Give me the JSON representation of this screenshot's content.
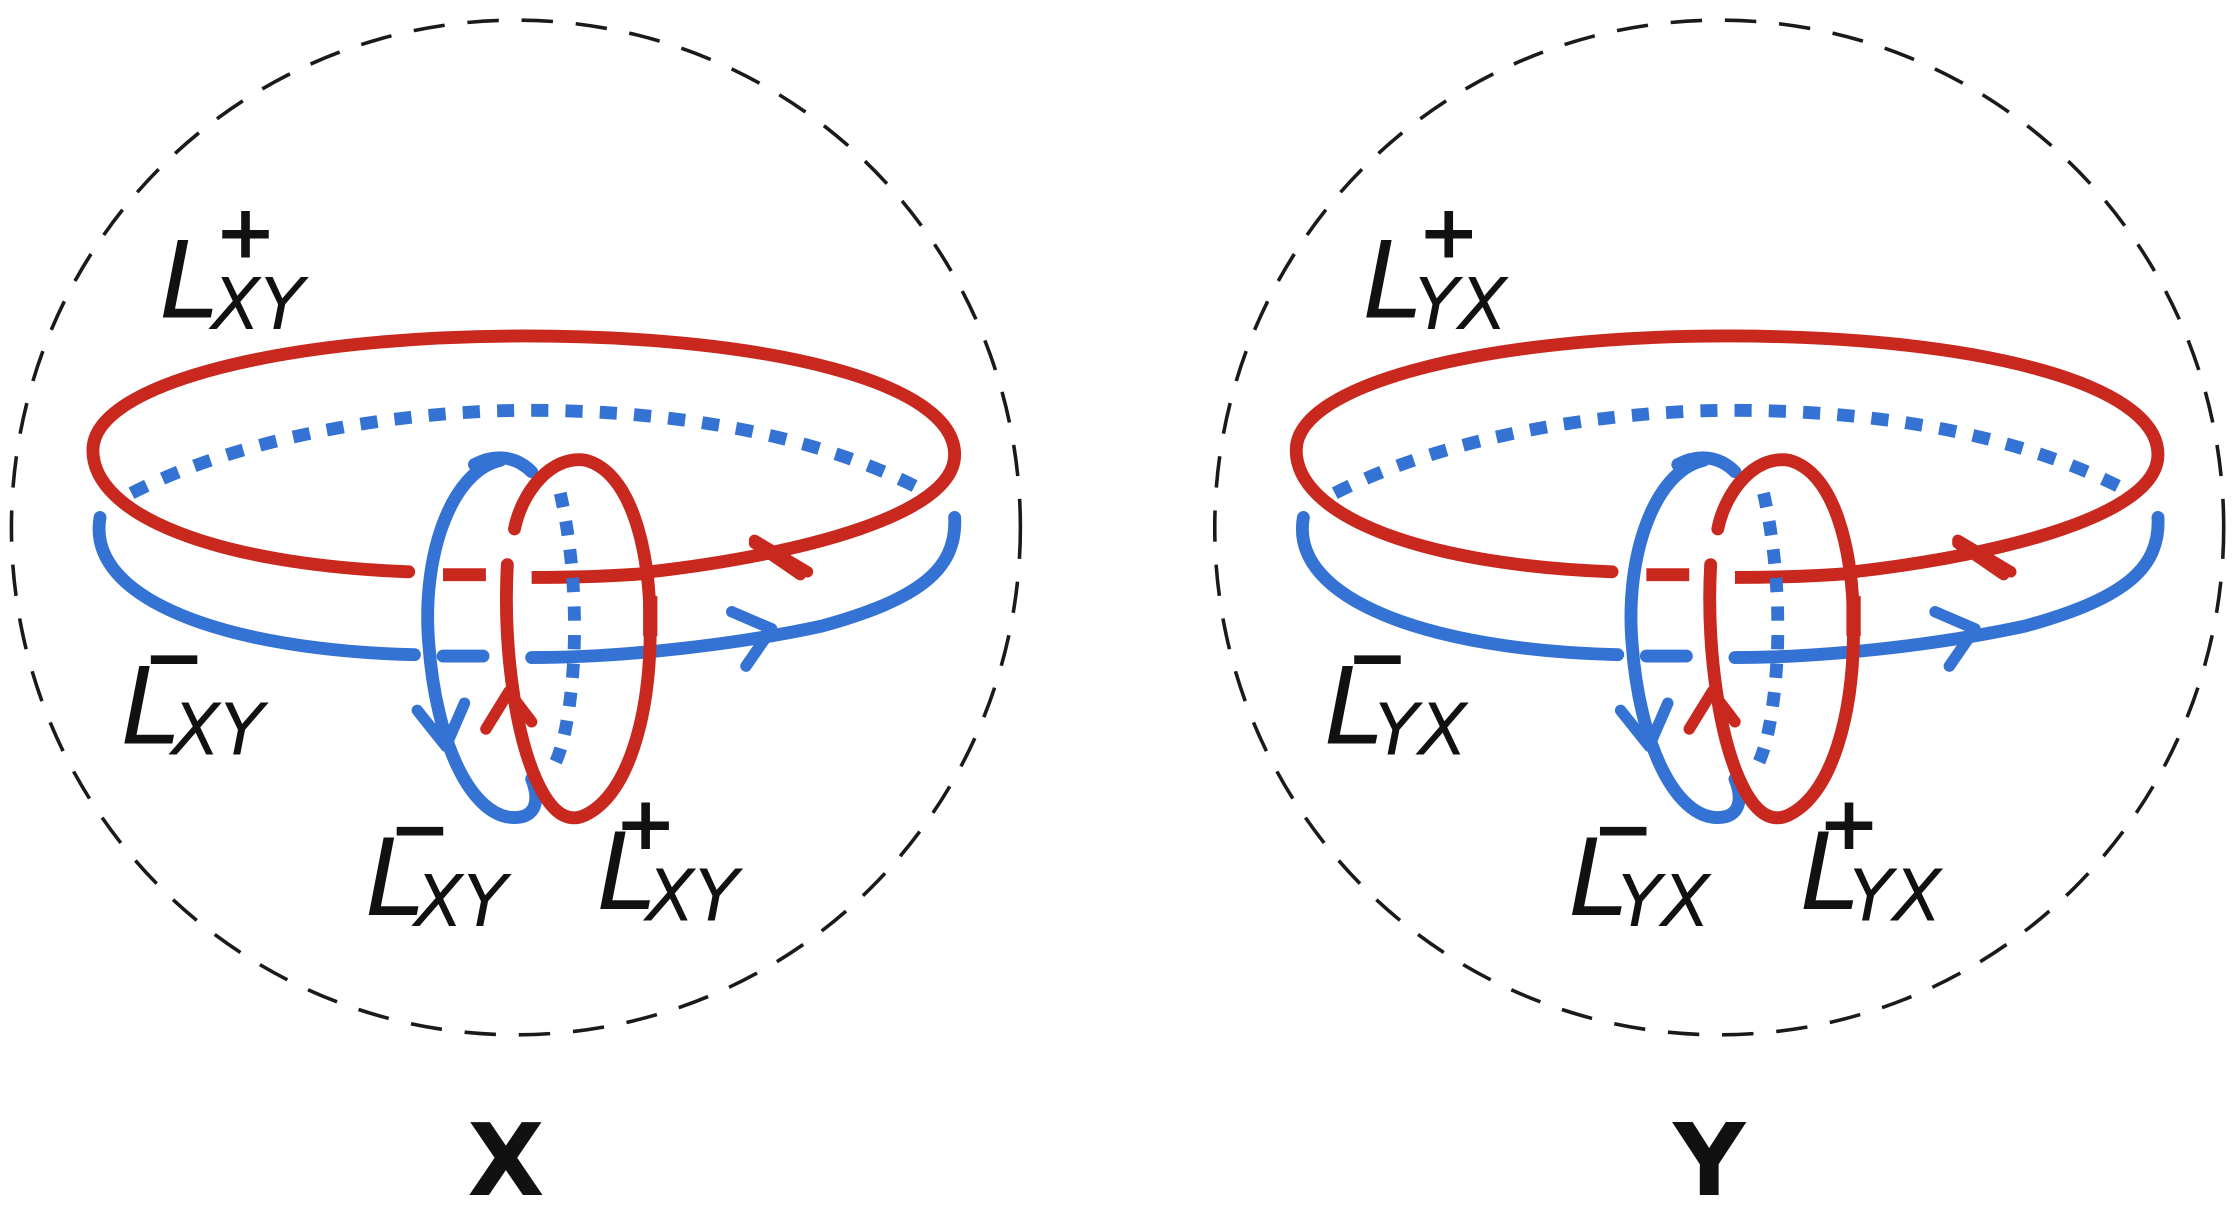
{
  "colors": {
    "red": "#C8281E",
    "blue": "#3472D4",
    "boundary": "#1a1a1a"
  },
  "panels": [
    {
      "caption": "X",
      "labels": {
        "top_plus": {
          "main": "L",
          "sup": "+",
          "sub": "XY"
        },
        "left_minus": {
          "main": "L",
          "sup": "−",
          "sub": "XY"
        },
        "small_minus": {
          "main": "L",
          "sup": "−",
          "sub": "XY"
        },
        "small_plus": {
          "main": "L",
          "sup": "+",
          "sub": "XY"
        }
      }
    },
    {
      "caption": "Y",
      "labels": {
        "top_plus": {
          "main": "L",
          "sup": "+",
          "sub": "YX"
        },
        "left_minus": {
          "main": "L",
          "sup": "−",
          "sub": "YX"
        },
        "small_minus": {
          "main": "L",
          "sup": "−",
          "sub": "YX"
        },
        "small_plus": {
          "main": "L",
          "sup": "+",
          "sub": "YX"
        }
      }
    }
  ]
}
